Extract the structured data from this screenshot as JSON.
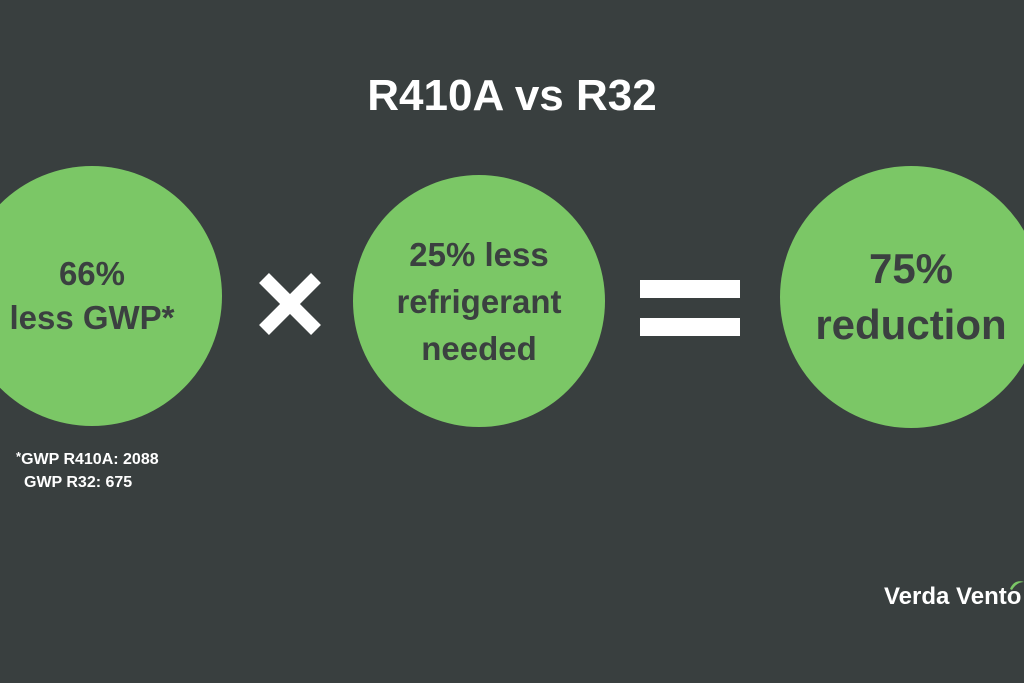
{
  "title": "R410A vs R32",
  "circles": [
    {
      "lines": [
        "66%",
        "less GWP*"
      ]
    },
    {
      "lines": [
        "25% less",
        "refrigerant",
        "needed"
      ]
    },
    {
      "lines": [
        "75%",
        "reduction"
      ]
    }
  ],
  "operators": {
    "times": "times-icon",
    "equals": "equals-icon"
  },
  "footnote": {
    "marker": "*",
    "line1": "GWP R410A: 2088",
    "line2": "GWP R32: 675"
  },
  "logo": {
    "text": "Verda Vento"
  },
  "colors": {
    "background": "#393f3f",
    "circle_fill": "#7bc766",
    "circle_text": "#3b4040",
    "foreground": "#ffffff"
  }
}
